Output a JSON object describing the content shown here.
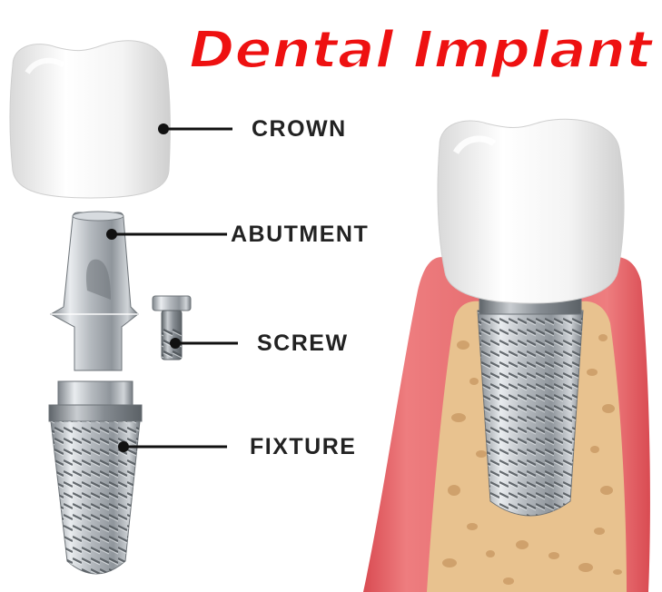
{
  "title": "Dental Implant",
  "parts": {
    "crown": "CROWN",
    "abutment": "ABUTMENT",
    "screw": "SCREW",
    "fixture": "FIXTURE"
  },
  "colors": {
    "title": "#ee1111",
    "title_outline": "#ffffff",
    "label_text": "#222222",
    "leader_line": "#111111",
    "tooth_enamel": "#f2f2f2",
    "metal": "#a9aeb3",
    "gum": "#e15a5f",
    "bone": "#e8c28f"
  }
}
